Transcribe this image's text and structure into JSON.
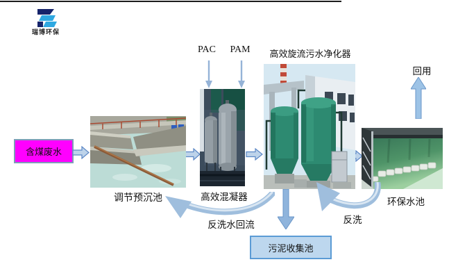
{
  "logo": {
    "company_name": "瑞博环保"
  },
  "diagram": {
    "source_box": "含煤废水",
    "dosing": {
      "pac": "PAC",
      "pam": "PAM"
    },
    "stages": {
      "pre_sedimentation": "调节预沉池",
      "coagulator": "高效混凝器",
      "purifier": "高效旋流污水净化器",
      "clean_pool": "环保水池"
    },
    "flows": {
      "reuse": "回用",
      "backwash_return": "反洗水回流",
      "backwash": "反洗",
      "sludge_box": "污泥收集池"
    },
    "colors": {
      "source_box_fill": "#FF00FF",
      "source_box_border": "#7F9DB9",
      "block_arrow_fill": "#BDD3EA",
      "block_arrow_border": "#5B87C5",
      "swoosh_arrow": "#9FBEDD",
      "thin_arrow": "#95B3D7",
      "sludge_box_fill": "#BDD7EE",
      "sludge_box_border": "#5B9BD5",
      "logo_dark": "#16246B",
      "logo_light": "#2FA8E1"
    }
  }
}
